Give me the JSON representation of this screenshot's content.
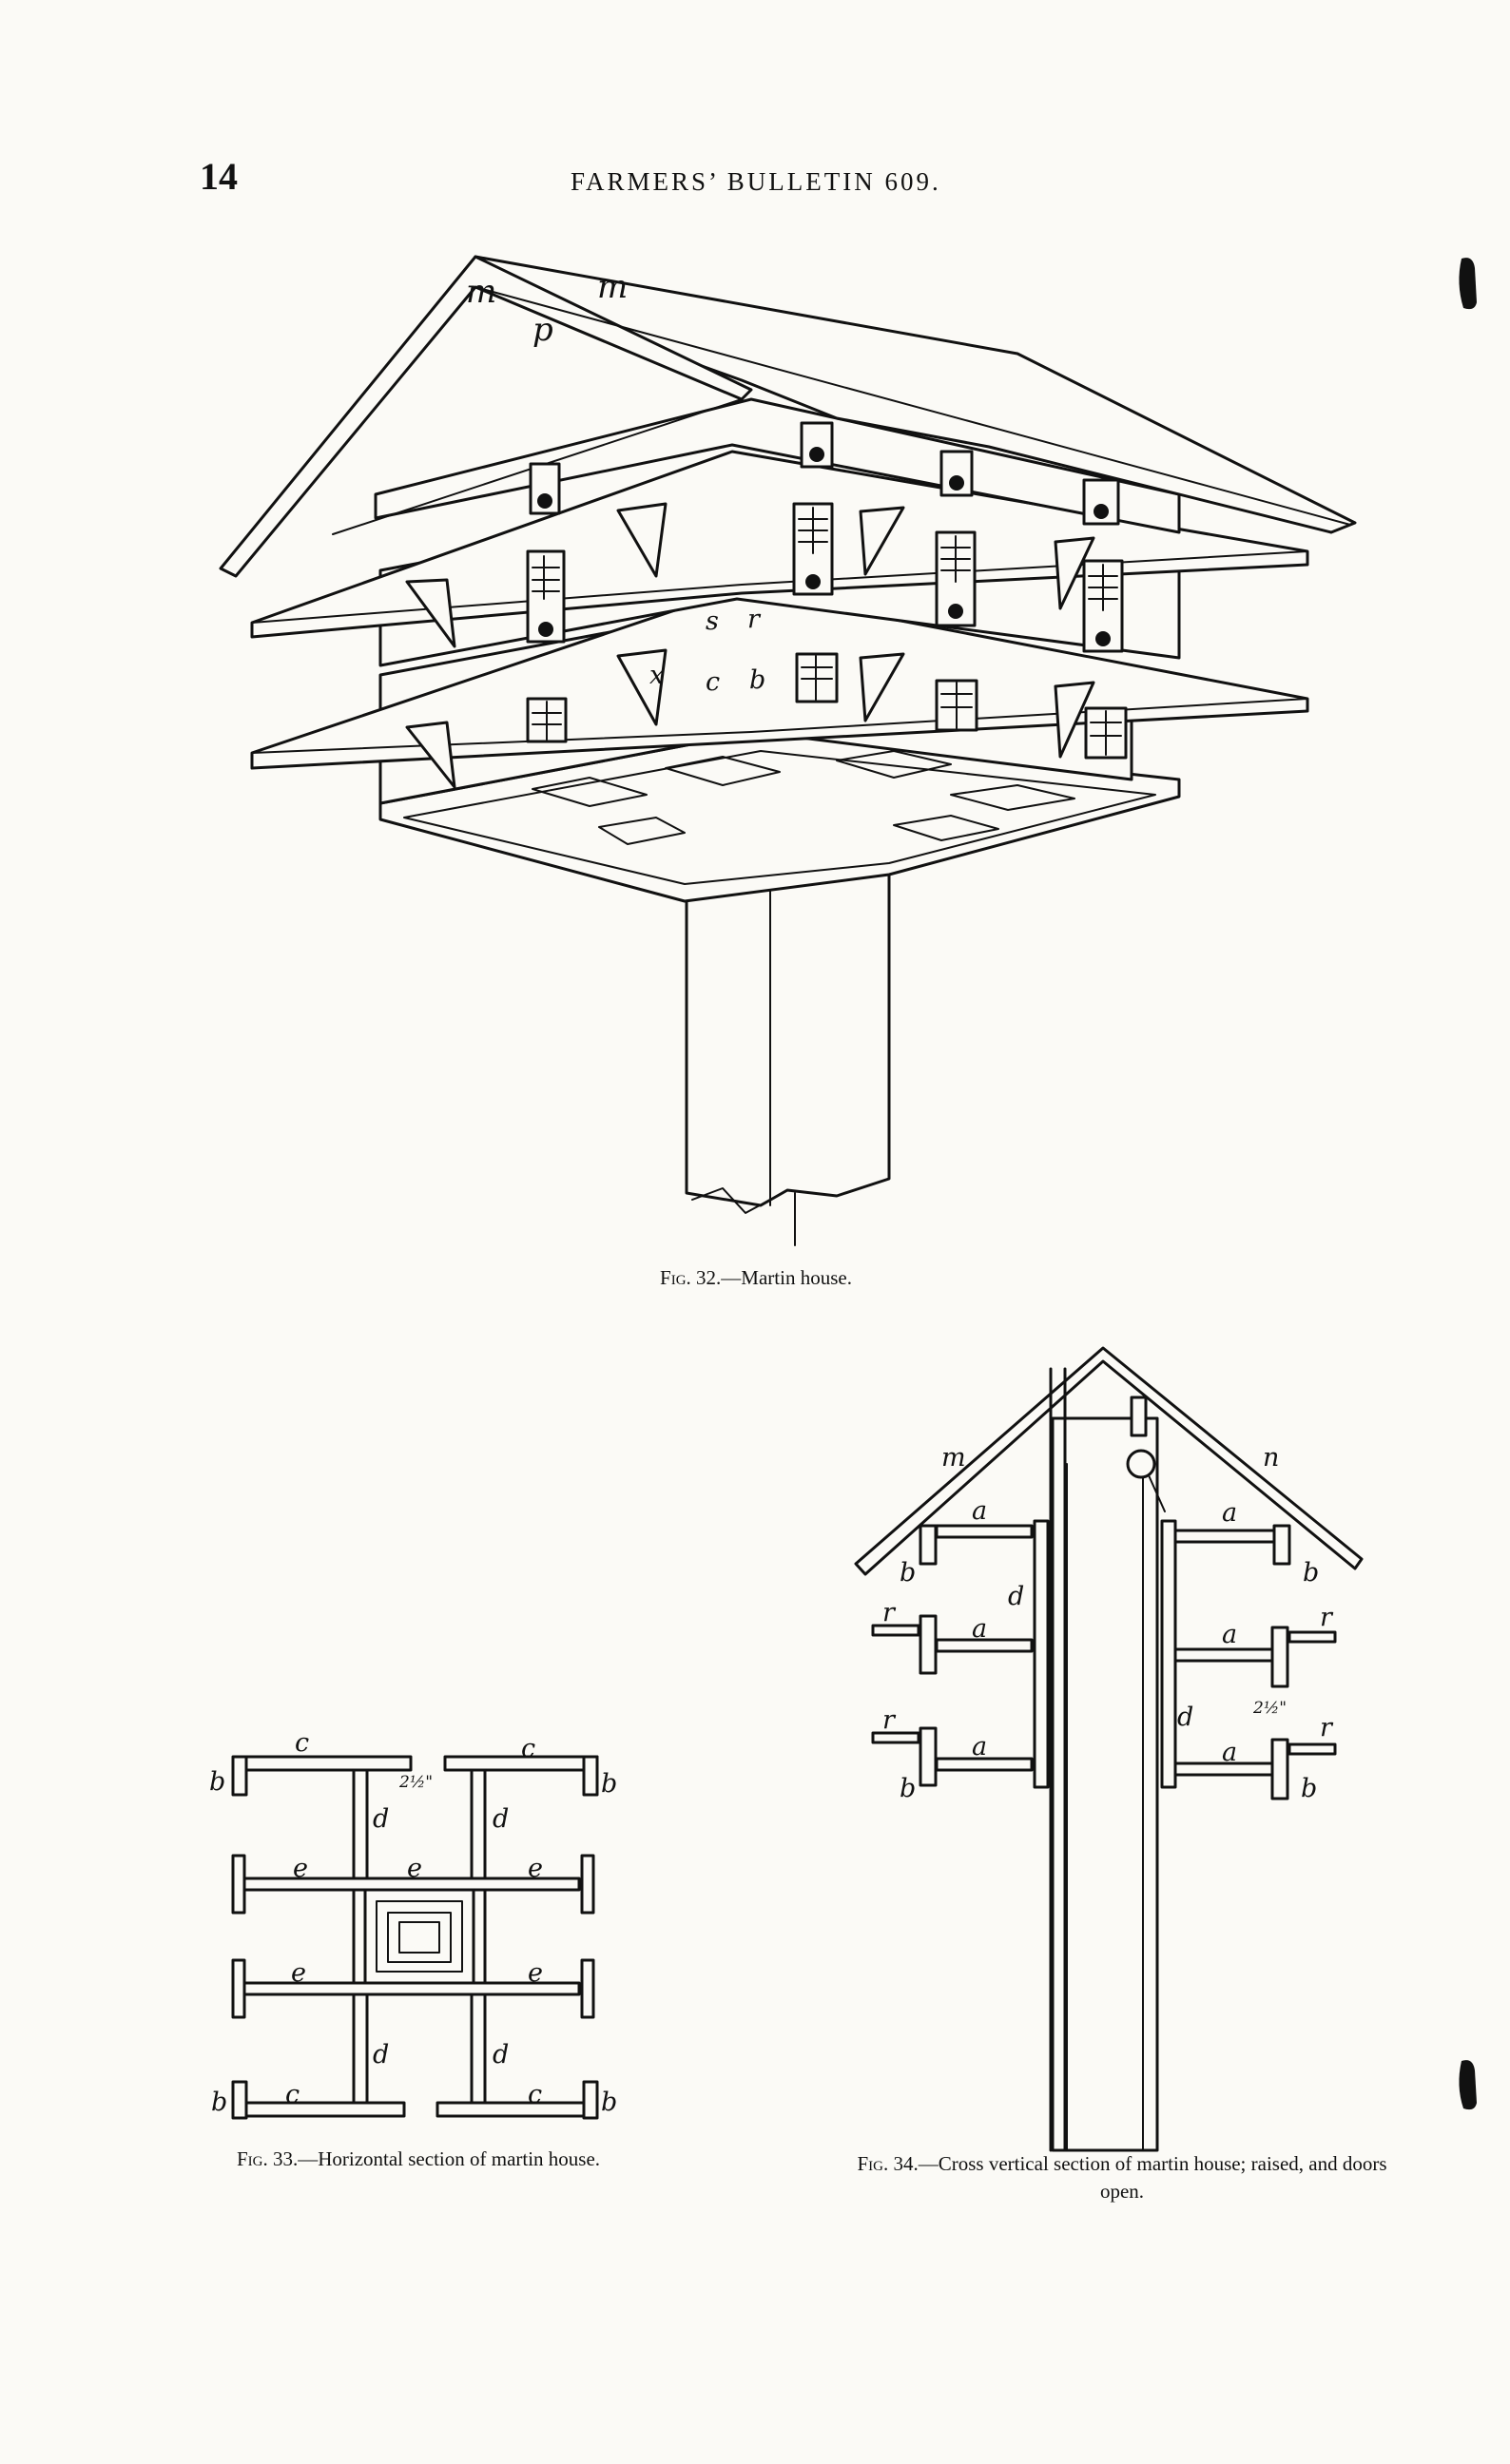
{
  "header": {
    "page_number": "14",
    "running_head": "FARMERS’ BULLETIN 609."
  },
  "figures": {
    "fig32": {
      "caption_number": "Fig. 32.",
      "caption_text": "—Martin house.",
      "letters": [
        "m",
        "m",
        "p",
        "s",
        "r",
        "x",
        "c",
        "b"
      ]
    },
    "fig33": {
      "caption_number": "Fig. 33.",
      "caption_text": "—Horizontal section of martin house.",
      "letters": [
        "c",
        "c",
        "b",
        "b",
        "d",
        "d",
        "e",
        "e",
        "e",
        "e",
        "e",
        "d",
        "d",
        "b",
        "c",
        "c",
        "b"
      ],
      "dimension": "2½\""
    },
    "fig34": {
      "caption_number": "Fig. 34.",
      "caption_text": "—Cross vertical section of martin house; raised, and doors open.",
      "letters": [
        "m",
        "n",
        "a",
        "a",
        "b",
        "b",
        "d",
        "a",
        "a",
        "r",
        "r",
        "r",
        "r",
        "a",
        "a",
        "d",
        "b",
        "b"
      ],
      "dimension": "2½\""
    }
  }
}
